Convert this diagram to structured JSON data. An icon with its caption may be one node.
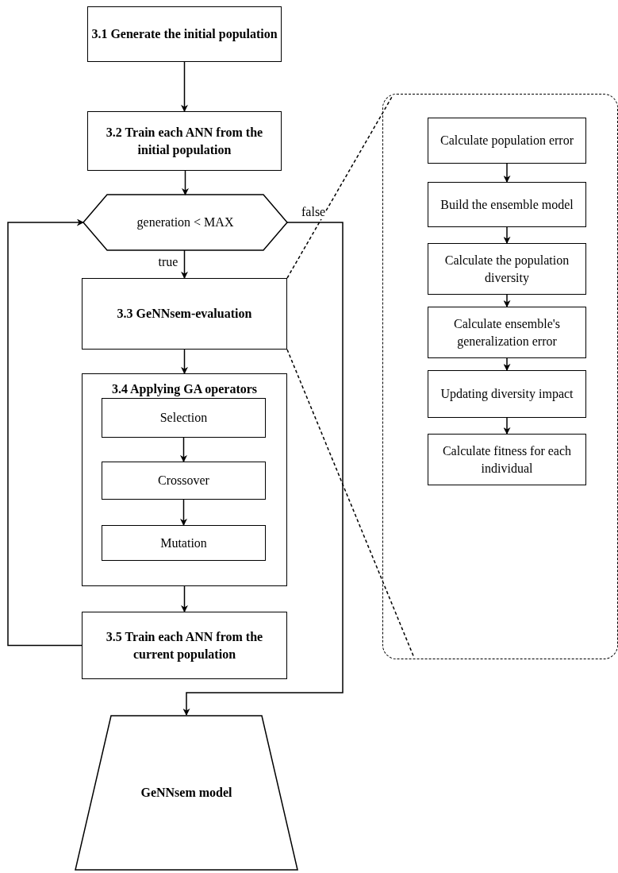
{
  "diagram": {
    "nodes": [
      {
        "text": [
          "3.1 Generate the initial population"
        ]
      },
      {
        "text": [
          "3.2 Train each ANN from the initial population"
        ]
      },
      {
        "text": [
          "generation < MAX"
        ]
      },
      {
        "text": [
          "3.3 GeNNsem-evaluation"
        ]
      },
      {
        "text": [
          "3.4 Applying GA operators"
        ]
      },
      {
        "text": [
          "Selection"
        ],
        "in": 4
      },
      {
        "text": [
          "Crossover"
        ],
        "in": 4
      },
      {
        "text": [
          "Mutation"
        ],
        "in": 4
      },
      {
        "text": [
          "3.5 Train each ANN from the current population"
        ]
      },
      {
        "text": [
          "GeNNsem model"
        ]
      },
      {
        "text": [],
        "shape": "box"
      },
      {
        "text": [
          "Calculate population error"
        ],
        "in": 10
      },
      {
        "text": [
          "Build the ensemble model"
        ],
        "in": 10
      },
      {
        "text": [
          "Calculate the population diversity"
        ],
        "in": 10
      },
      {
        "text": [
          "Calculate ensemble's generalization error"
        ],
        "in": 10
      },
      {
        "text": [
          "Updating diversity impact"
        ],
        "in": 10
      },
      {
        "text": [
          "Calculate fitness for each individual"
        ],
        "in": 10
      }
    ],
    "edges": [
      {
        "from": 0,
        "to": 1,
        "arrow": "to"
      },
      {
        "from": 1,
        "to": 2,
        "arrow": "to"
      },
      {
        "from": 2,
        "to": 3,
        "arrow": "to",
        "label": "true"
      },
      {
        "from": 3,
        "to": 4,
        "arrow": "to"
      },
      {
        "from": 5,
        "to": 6,
        "arrow": "to"
      },
      {
        "from": 6,
        "to": 7,
        "arrow": "to"
      },
      {
        "from": 4,
        "to": 8,
        "arrow": "to"
      },
      {
        "from": 8,
        "to": 2,
        "arrow": "to"
      },
      {
        "from": 2,
        "to": 9,
        "arrow": "to",
        "label": "false"
      },
      {
        "from": 3,
        "to": 10,
        "arrow": "none",
        "style": "dashed"
      },
      {
        "from": 3,
        "to": 10,
        "arrow": "none",
        "style": "dashed"
      },
      {
        "from": 11,
        "to": 12,
        "arrow": "to"
      },
      {
        "from": 12,
        "to": 13,
        "arrow": "to"
      },
      {
        "from": 13,
        "to": 14,
        "arrow": "to"
      },
      {
        "from": 14,
        "to": 15,
        "arrow": "to"
      },
      {
        "from": 15,
        "to": 16,
        "arrow": "to"
      }
    ]
  }
}
